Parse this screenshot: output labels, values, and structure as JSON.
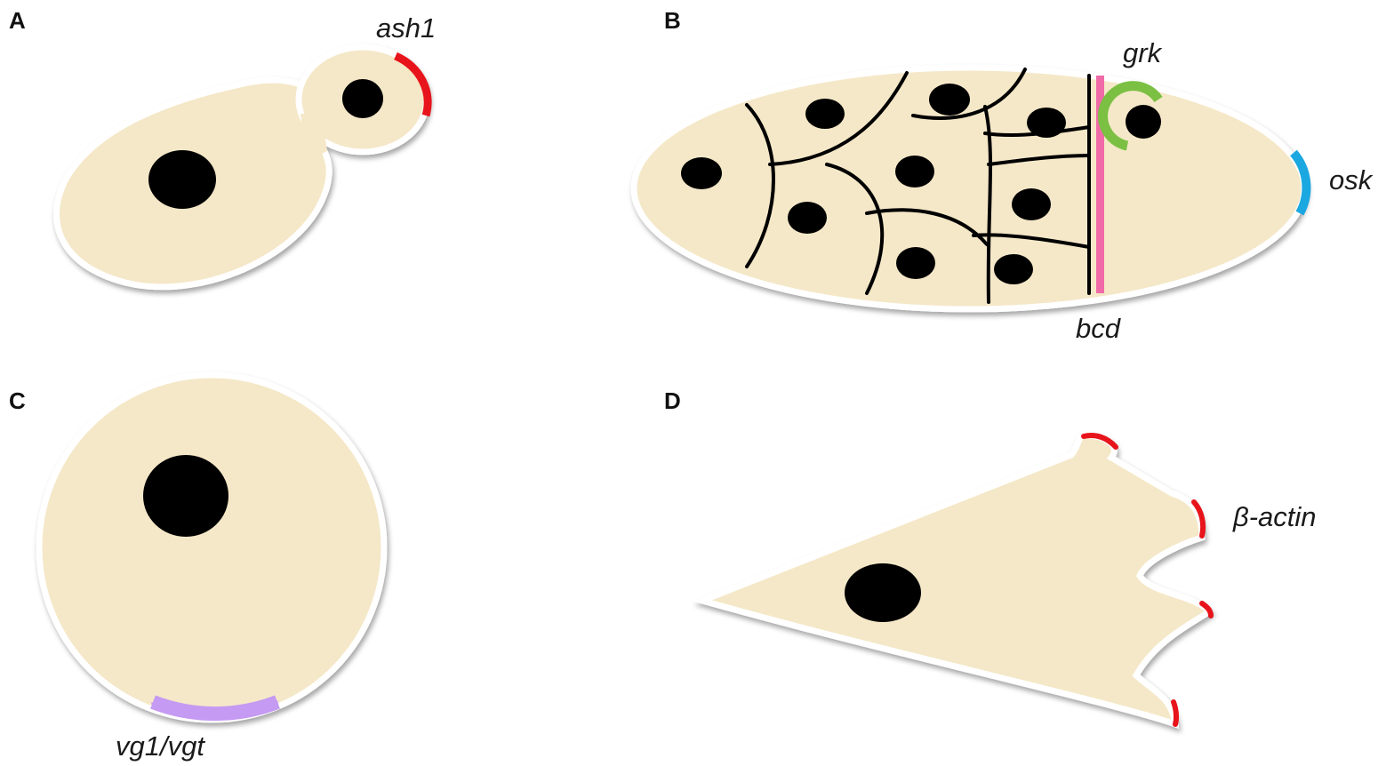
{
  "panels": [
    {
      "letter": "A",
      "gene": "ash1",
      "gene_color": "#e8141b"
    },
    {
      "letter": "B",
      "genes": [
        {
          "name": "grk",
          "color": "#7bc043"
        },
        {
          "name": "osk",
          "color": "#1ba7e0"
        },
        {
          "name": "bcd",
          "color": "#f06aa8"
        }
      ]
    },
    {
      "letter": "C",
      "gene": "vg1/vgt",
      "gene_color": "#c59af2"
    },
    {
      "letter": "D",
      "gene": "β-actin",
      "gene_color": "#e8141b"
    }
  ],
  "colors": {
    "cytoplasm": "#f5e8c8",
    "nucleus": "#000000"
  }
}
